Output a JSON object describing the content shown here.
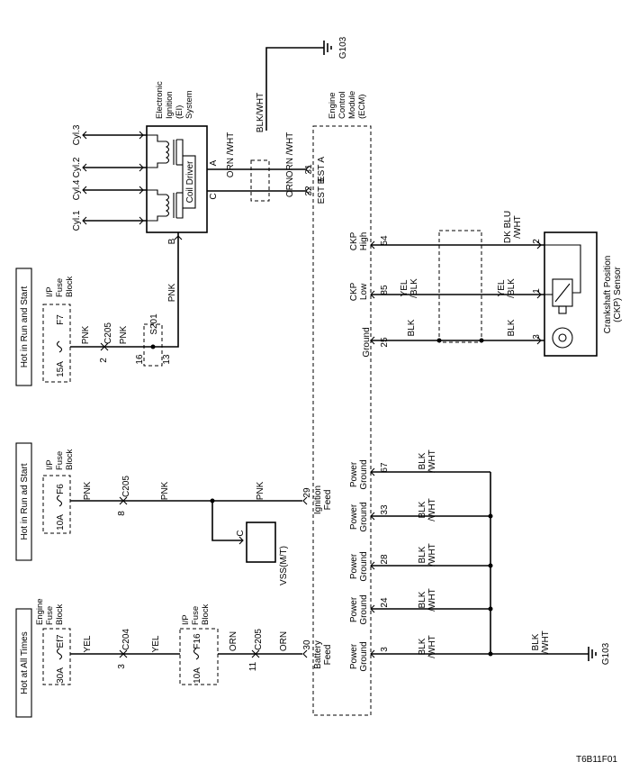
{
  "diagram_id": "T6B11F01",
  "headers": {
    "hot_run_start": "Hot  in Run and Start",
    "hot_run_ad_start": "Hot in Run ad Start",
    "hot_all_times": "Hot at All Times"
  },
  "fuses": {
    "f7": {
      "rating": "15A",
      "name": "F7",
      "block": "I/P Fuse Block"
    },
    "f6": {
      "rating": "10A",
      "name": "F6",
      "block": "I/P Fuse Block"
    },
    "ef7": {
      "rating": "30A",
      "name": "Ef7",
      "block": "Engine Fuse Block"
    },
    "f16": {
      "rating": "10A",
      "name": "F16",
      "block": "I/P Fuse Block"
    }
  },
  "connectors": {
    "c205": "C205",
    "c204": "C204",
    "s201": "S201",
    "pin_2": "2",
    "pin_16": "16",
    "pin_13": "13",
    "pin_8": "8",
    "pin_3": "3",
    "pin_11": "11"
  },
  "wires": {
    "pnk": "PNK",
    "yel": "YEL",
    "orn": "ORN",
    "blk": "BLK",
    "blk_wht": "BLK/WHT",
    "blk_wht_split": "BLK /WHT",
    "orn_wht": "ORN /WHT",
    "orn_wht2": "ORN /WHT",
    "yel_blk": "YEL /BLK",
    "dk_blu_wht": "DK BLU /WHT"
  },
  "ground": "G103",
  "ei_system": {
    "title": "Electronic Ignition (EI) System",
    "coil_driver": "Coil Driver",
    "terminals": {
      "a": "A",
      "b": "B",
      "c": "C"
    },
    "cylinders": [
      "Cyl.3",
      "Cyl.2",
      "Cyl.4",
      "Cyl.1"
    ]
  },
  "ecm": {
    "title": "Engine Control Module (ECM)",
    "pins": [
      {
        "num": "31",
        "label": "EST A"
      },
      {
        "num": "32",
        "label": "EST B"
      },
      {
        "num": "54",
        "label": "CKP High"
      },
      {
        "num": "85",
        "label": "CKP Low"
      },
      {
        "num": "25",
        "label": "Ground"
      },
      {
        "num": "29",
        "label": "Ignition Feed"
      },
      {
        "num": "30",
        "label": "Battery Feed"
      },
      {
        "num": "67",
        "label": "Power Ground"
      },
      {
        "num": "33",
        "label": "Power Ground"
      },
      {
        "num": "28",
        "label": "Power Ground"
      },
      {
        "num": "24",
        "label": "Power Ground"
      },
      {
        "num": "3",
        "label": "Power Ground"
      }
    ]
  },
  "ckp_sensor": {
    "title": "Crankshaft Position (CKP) Sensor",
    "pins": [
      "2",
      "1",
      "3"
    ]
  },
  "vss": {
    "label": "VSS(M/T)",
    "pin": "C"
  }
}
